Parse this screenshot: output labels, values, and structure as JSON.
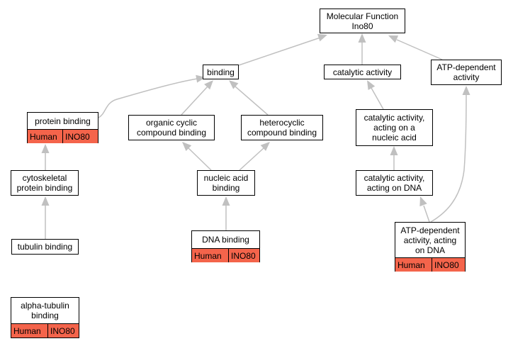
{
  "title": "",
  "nodes": {
    "mf": {
      "label": "Molecular Function\nIno80"
    },
    "binding": {
      "label": "binding"
    },
    "catalytic": {
      "label": "catalytic activity"
    },
    "atpdep": {
      "label": "ATP-dependent\nactivity"
    },
    "protein": {
      "label": "protein binding",
      "species": "Human",
      "gene": "INO80"
    },
    "organic": {
      "label": "organic cyclic\ncompound binding"
    },
    "hetero": {
      "label": "heterocyclic\ncompound binding"
    },
    "cat_nucleic": {
      "label": "catalytic activity,\nacting on a\nnucleic acid"
    },
    "cyto": {
      "label": "cytoskeletal\nprotein binding"
    },
    "nucleic": {
      "label": "nucleic acid\nbinding"
    },
    "cat_dna": {
      "label": "catalytic activity,\nacting on DNA"
    },
    "tubulin": {
      "label": "tubulin binding"
    },
    "dna": {
      "label": "DNA binding",
      "species": "Human",
      "gene": "INO80"
    },
    "atp_dna": {
      "label": "ATP-dependent\nactivity, acting\non DNA",
      "species": "Human",
      "gene": "INO80"
    },
    "alpha": {
      "label": "alpha-tubulin\nbinding",
      "species": "Human",
      "gene": "INO80"
    }
  },
  "colors": {
    "annotation": "#f4644b",
    "edge": "#c0c0c0"
  }
}
